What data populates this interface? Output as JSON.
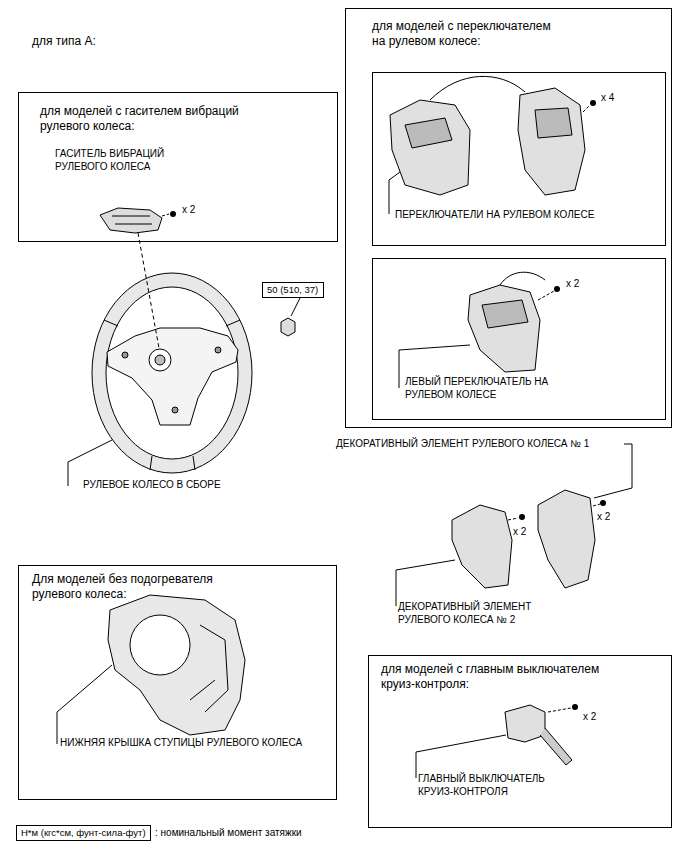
{
  "diagram": {
    "nodes": [
      {
        "text": [
          "для моделей с гасителем вибраций рулевого колеса:",
          "ГАСИТЕЛЬ ВИБРАЦИЙ РУЛЕВОГО КОЛЕСА",
          "x 2"
        ]
      },
      {
        "text": [
          "для моделей с переключателем на рулевом колесе:"
        ]
      },
      {
        "text": [
          "x 4",
          "ПЕРЕКЛЮЧАТЕЛИ НА РУЛЕВОМ КОЛЕСЕ"
        ],
        "in": 1
      },
      {
        "text": [
          "x 2",
          "ЛЕВЫЙ ПЕРЕКЛЮЧАТЕЛЬ НА РУЛЕВОМ КОЛЕСЕ"
        ],
        "in": 1
      },
      {
        "text": [
          "50 (510, 37)"
        ]
      },
      {
        "text": [
          "Для моделей без подогревателя рулевого колеса:",
          "НИЖНЯЯ КРЫШКА СТУПИЦЫ РУЛЕВОГО КОЛЕСА"
        ]
      },
      {
        "text": [
          "для моделей с главным выключателем круиз-контроля:",
          "x 2",
          "ГЛАВНЫЙ ВЫКЛЮЧАТЕЛЬ КРУИЗ-КОНТРОЛЯ"
        ]
      },
      {
        "text": [
          "Н*м (кгс*см, фунт-сила-фут)"
        ]
      }
    ],
    "labels": [
      "для типа A:",
      "РУЛЕВОЕ КОЛЕСО В СБОРЕ",
      "ДЕКОРАТИВНЫЙ ЭЛЕМЕНТ РУЛЕВОГО КОЛЕСА № 1",
      "x 2",
      "x 2",
      "ДЕКОРАТИВНЫЙ ЭЛЕМЕНТ РУЛЕВОГО КОЛЕСА № 2",
      ": номинальный момент затяжки"
    ]
  }
}
